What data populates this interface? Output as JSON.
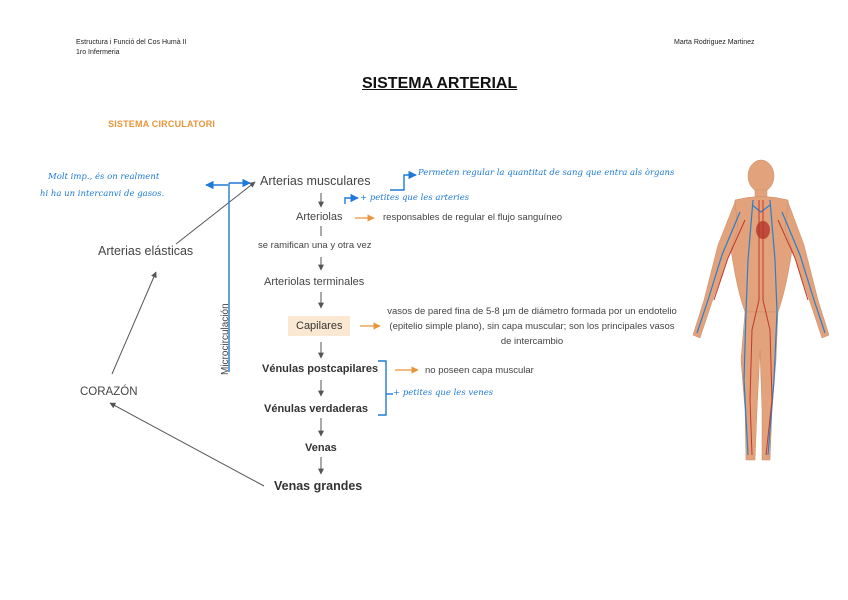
{
  "header": {
    "course": "Estructura i Funció del Cos Humà II",
    "program": "1ro Infermeria",
    "author": "Marta Rodriguez Martinez"
  },
  "title": "SISTEMA ARTERIAL",
  "section": "SISTEMA CIRCULATORI",
  "nodes": {
    "arterias_musculares": "Arterias musculares",
    "arteriolas": "Arteriolas",
    "ramifican": "se ramifican una y otra vez",
    "arteriolas_terminales": "Arteriolas terminales",
    "capilares": "Capilares",
    "venulas_postcapilares": "Vénulas postcapilares",
    "venulas_verdaderas": "Vénulas verdaderas",
    "venas": "Venas",
    "venas_grandes": "Venas grandes",
    "arterias_elasticas": "Arterias elásticas",
    "corazon": "CORAZÓN",
    "microcirculacion": "Microcirculación"
  },
  "notes": {
    "arteriolas": "responsables de regular el flujo sanguíneo",
    "capilares": "vasos de pared fina de 5-8 µm de diámetro formada por un endotelio (epitelio simple plano), sin capa muscular; son los principales vasos de intercambio",
    "venulas": "no poseen capa muscular"
  },
  "handwritten": {
    "left_line1": "Molt imp., és on realment",
    "left_line2": "hi ha un intercanvi de gasos.",
    "permeten": "Permeten regular la quantitat de sang que entra als òrgans",
    "petites_arteries": "+ petites que les arteries",
    "petites_venes": "+ petites que les venes"
  },
  "colors": {
    "accent_orange": "#e8953a",
    "handwriting_blue": "#1e7ad6",
    "capilares_bg": "#fbe8d2"
  }
}
